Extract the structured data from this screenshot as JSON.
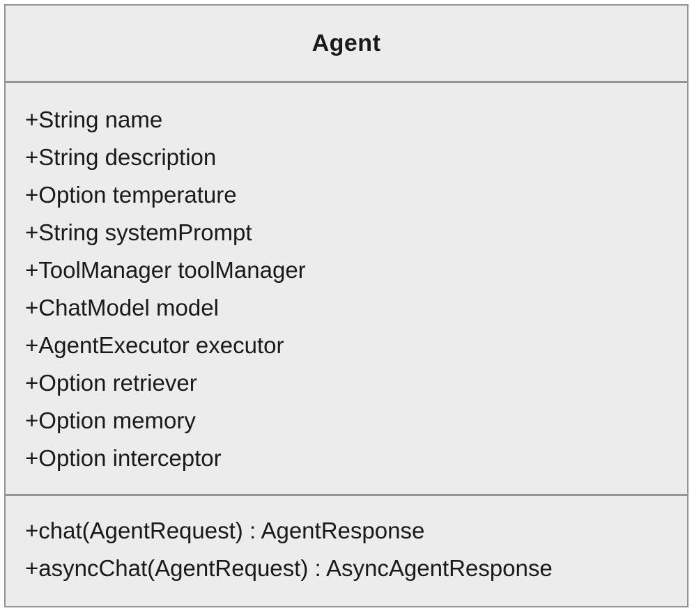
{
  "uml": {
    "class_name": "Agent",
    "attributes": [
      "+String name",
      "+String description",
      "+Option temperature",
      "+String systemPrompt",
      "+ToolManager toolManager",
      "+ChatModel model",
      "+AgentExecutor executor",
      "+Option retriever",
      "+Option memory",
      "+Option interceptor"
    ],
    "methods": [
      "+chat(AgentRequest) : AgentResponse",
      "+asyncChat(AgentRequest) : AsyncAgentResponse"
    ],
    "colors": {
      "fill": "#ececec",
      "border": "#959595",
      "text": "#1a1a1a",
      "page_background": "#ffffff"
    }
  }
}
